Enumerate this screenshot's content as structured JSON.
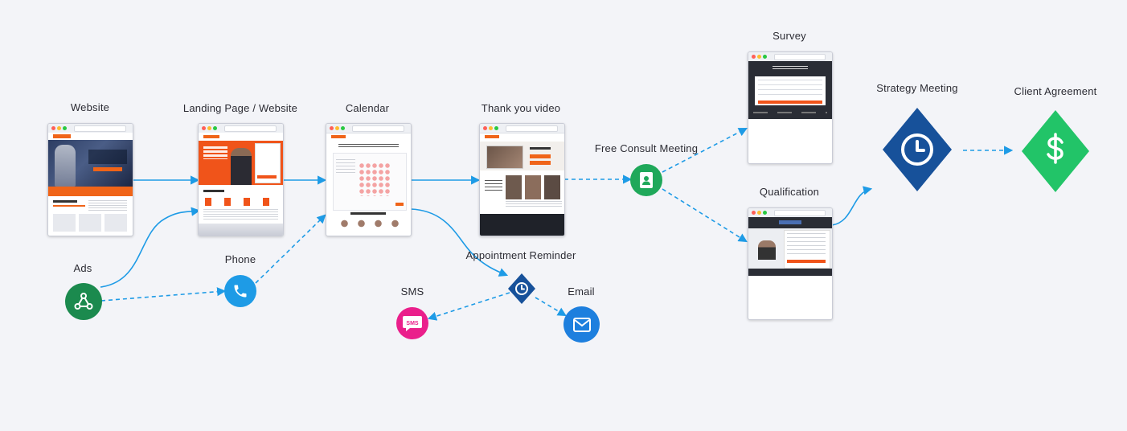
{
  "nodes": {
    "website": "Website",
    "landing": "Landing Page / Website",
    "calendar": "Calendar",
    "thankyou": "Thank you video",
    "free_consult": "Free Consult Meeting",
    "survey": "Survey",
    "qualification": "Qualification",
    "strategy": "Strategy Meeting",
    "client_agreement": "Client Agreement",
    "ads": "Ads",
    "phone": "Phone",
    "appt_reminder": "Appointment Reminder",
    "sms": "SMS",
    "email": "Email"
  },
  "icons": {
    "ads": "share-nodes-icon",
    "phone": "phone-icon",
    "free_consult": "contact-card-icon",
    "appt_reminder": "clock-icon",
    "sms": "sms-bubble-icon",
    "email": "envelope-icon",
    "strategy": "clock-icon",
    "client_agreement": "dollar-icon"
  },
  "sms_icon_text": "SMS",
  "colors": {
    "arrow": "#1e9be6",
    "ads": "#1b8a4e",
    "phone": "#1e9be6",
    "free_consult": "#1fa85a",
    "appt_reminder": "#17519a",
    "sms": "#ea1f8b",
    "email": "#1d7fde",
    "strategy": "#17519a",
    "client_agreement": "#22c468"
  }
}
